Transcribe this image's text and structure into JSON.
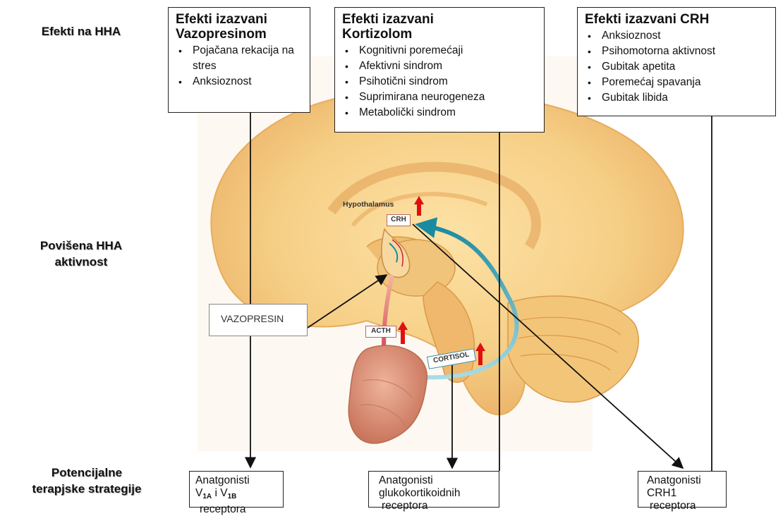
{
  "side_labels": {
    "effects": "Efekti na HHA",
    "increased_line1": "Povišena HHA",
    "increased_line2": "aktivnost",
    "therapy_line1": "Potencijalne",
    "therapy_line2": "terapjske strategije"
  },
  "effect_boxes": {
    "vasopressin": {
      "title_line1": "Efekti izazvani",
      "title_line2": "Vazopresinom",
      "items": [
        "Pojačana rekacija na stres",
        "Anksioznost"
      ]
    },
    "cortisol": {
      "title_line1": "Efekti izazvani",
      "title_line2": "Kortizolom",
      "items": [
        "Kognitivni poremećaji",
        "Afektivni sindrom",
        "Psihotični sindrom",
        "Suprimirana neurogeneza",
        "Metabolički sindrom"
      ]
    },
    "crh": {
      "title_line1": "Efekti izazvani CRH",
      "items": [
        "Anksioznost",
        "Psihomotorna aktivnost",
        "Gubitak apetita",
        "Poremećaj spavanja",
        "Gubitak libida"
      ]
    }
  },
  "figure_labels": {
    "hypothalamus": "Hypothalamus",
    "crh": "CRH",
    "acth": "ACTH",
    "cortisol": "CORTISOL",
    "vasopressin": "VAZOPRESIN"
  },
  "strategy_boxes": {
    "v_receptors": {
      "line1": "Anatgonisti",
      "v_letter": "V",
      "sub_1a": "1A",
      "conj": "i",
      "sub_1b": "1B",
      "line3": "receptora"
    },
    "glucocorticoid": {
      "line1": "Anatgonisti",
      "line2": "glukokortikoidnih",
      "line3": "receptora"
    },
    "crh1": {
      "line1": "Anatgonisti",
      "line2": "CRH1",
      "line3": "receptora"
    }
  },
  "colors": {
    "brain_fill": "#f6cf86",
    "brain_shadow": "#e4a857",
    "increase_arrow": "#e01010",
    "pathway_red": "#c8203a",
    "pathway_teal": "#1a8aa0",
    "adrenal": "#d98870"
  }
}
